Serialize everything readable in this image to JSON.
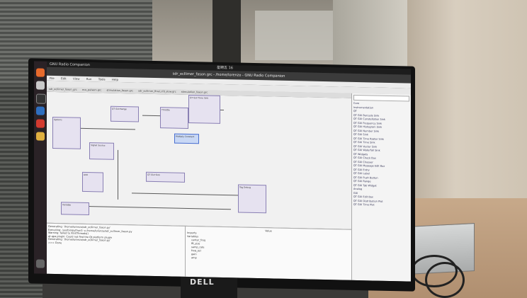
{
  "window": {
    "app_title": "GNU Radio Companion",
    "clock": "星期五 16",
    "file_title": "sdr_ecllimer_fason.grc - /home/lorenzo - GNU Radio Companion"
  },
  "menu": [
    "File",
    "Edit",
    "View",
    "Run",
    "Tools",
    "Help"
  ],
  "tabs": [
    "sdr_ecllimer_fason_grc",
    "eco_pulsem.grc",
    "stimulation_fason.grc",
    "sdr_ecllimer_final_cfd_slow.grc",
    "stimulation_fason.grc"
  ],
  "monitor_brand": "DELL",
  "blocks": [
    {
      "label": "Options"
    },
    {
      "label": "QT GUI Range"
    },
    {
      "label": "Throttle"
    },
    {
      "label": "QT GUI Time Sink"
    },
    {
      "label": "Multiply Constant"
    },
    {
      "label": "Signal Source"
    },
    {
      "label": "QT GUI Sink"
    },
    {
      "label": "Add"
    },
    {
      "label": "Tag Debug"
    },
    {
      "label": "Variable"
    }
  ],
  "console_lines": [
    "Generating: '/home/lorenzo/sdr_ecllimer_fason.py'",
    "Executing: /usr/bin/python3 -u /home/lorenzo/sdr_ecllimer_fason.py",
    "Warning: failed to XInitThreads()",
    "qt.qpa.plugin: Could not find the Qt platform plugin",
    "Generating: '/home/lorenzo/sdr_ecllimer_fason.py'",
    ">>> Done"
  ],
  "variables": {
    "header": "Value",
    "rows": [
      "Imports",
      "Variables",
      "center_freq",
      "fft_size",
      "samp_rate",
      "freq_sel",
      "gain",
      "amp"
    ]
  },
  "sidebar": {
    "items": [
      "Core",
      "Instrumentation",
      "QT",
      "QT GUI Bercode Sink",
      "QT GUI Constellation Sink",
      "QT GUI Frequency Sink",
      "QT GUI Histogram Sink",
      "QT GUI Number Sink",
      "QT GUI Sink",
      "QT GUI Time Raster Sink",
      "QT GUI Time Sink",
      "QT GUI Vector Sink",
      "QT GUI Waterfall Sink",
      "QT Widgets",
      "QT GUI Check Box",
      "QT GUI Chooser",
      "QT GUI Message Edit Box",
      "QT GUI Entry",
      "QT GUI Label",
      "QT GUI Push Button",
      "QT GUI Range",
      "QT GUI Tab Widget",
      "Analog",
      "GUI",
      "QT GUI Edit Box",
      "QT GUI Distribution Plot",
      "QT GUI Time Plot"
    ]
  }
}
